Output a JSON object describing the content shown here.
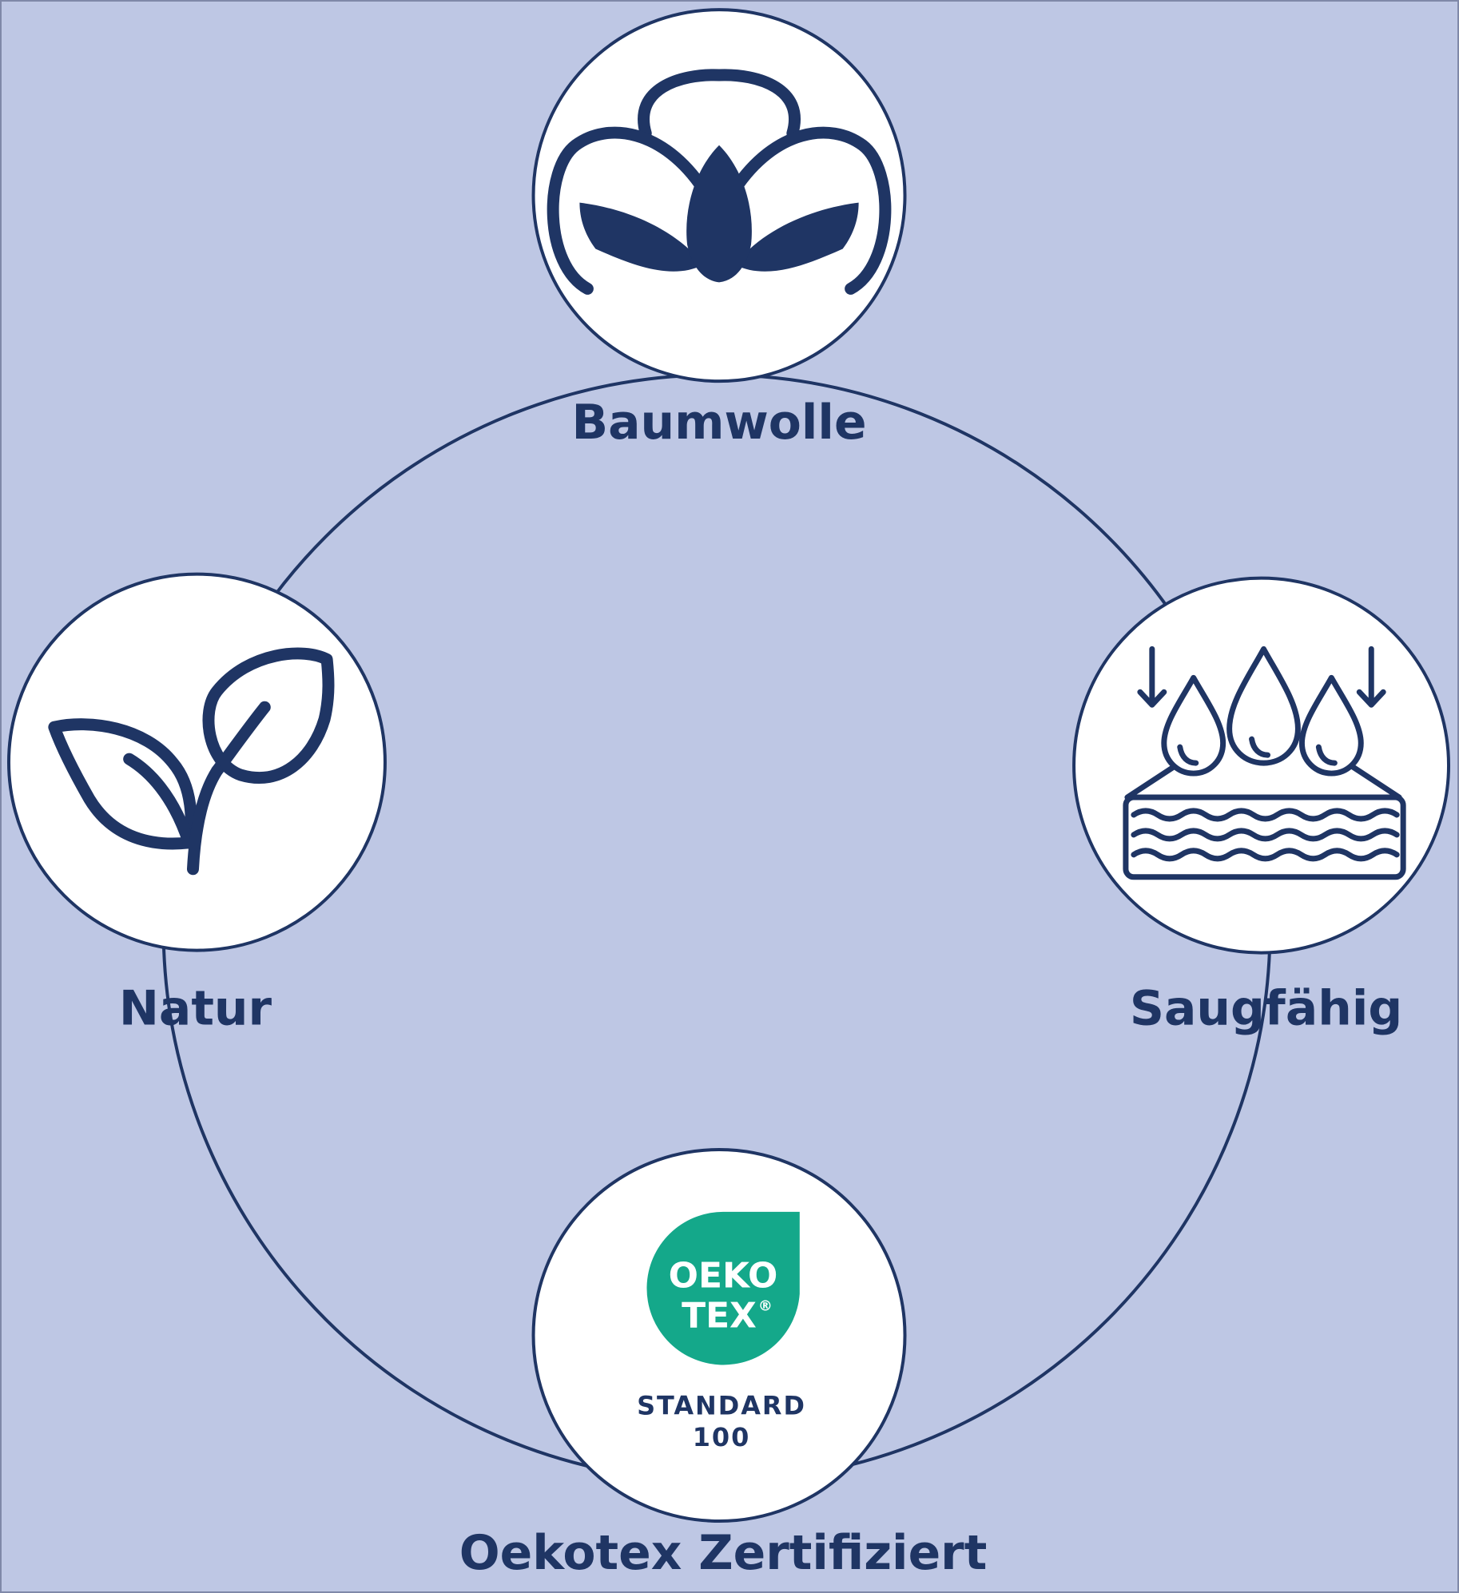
{
  "colors": {
    "background": "#bec7e4",
    "navy": "#1f3564",
    "white": "#ffffff",
    "oekotex_green": "#14a88a"
  },
  "features": [
    {
      "id": "cotton",
      "label": "Baumwolle",
      "icon": "cotton-flower-icon"
    },
    {
      "id": "absorbent",
      "label": "Saugfähig",
      "icon": "water-absorption-icon"
    },
    {
      "id": "certified",
      "label": "Oekotex Zertifiziert",
      "icon": "oekotex-badge"
    },
    {
      "id": "nature",
      "label": "Natur",
      "icon": "leaves-sprout-icon"
    }
  ],
  "oekotex_badge": {
    "line1": "OEKO",
    "line2": "TEX",
    "registered": "®",
    "standard": "STANDARD",
    "number": "100"
  }
}
